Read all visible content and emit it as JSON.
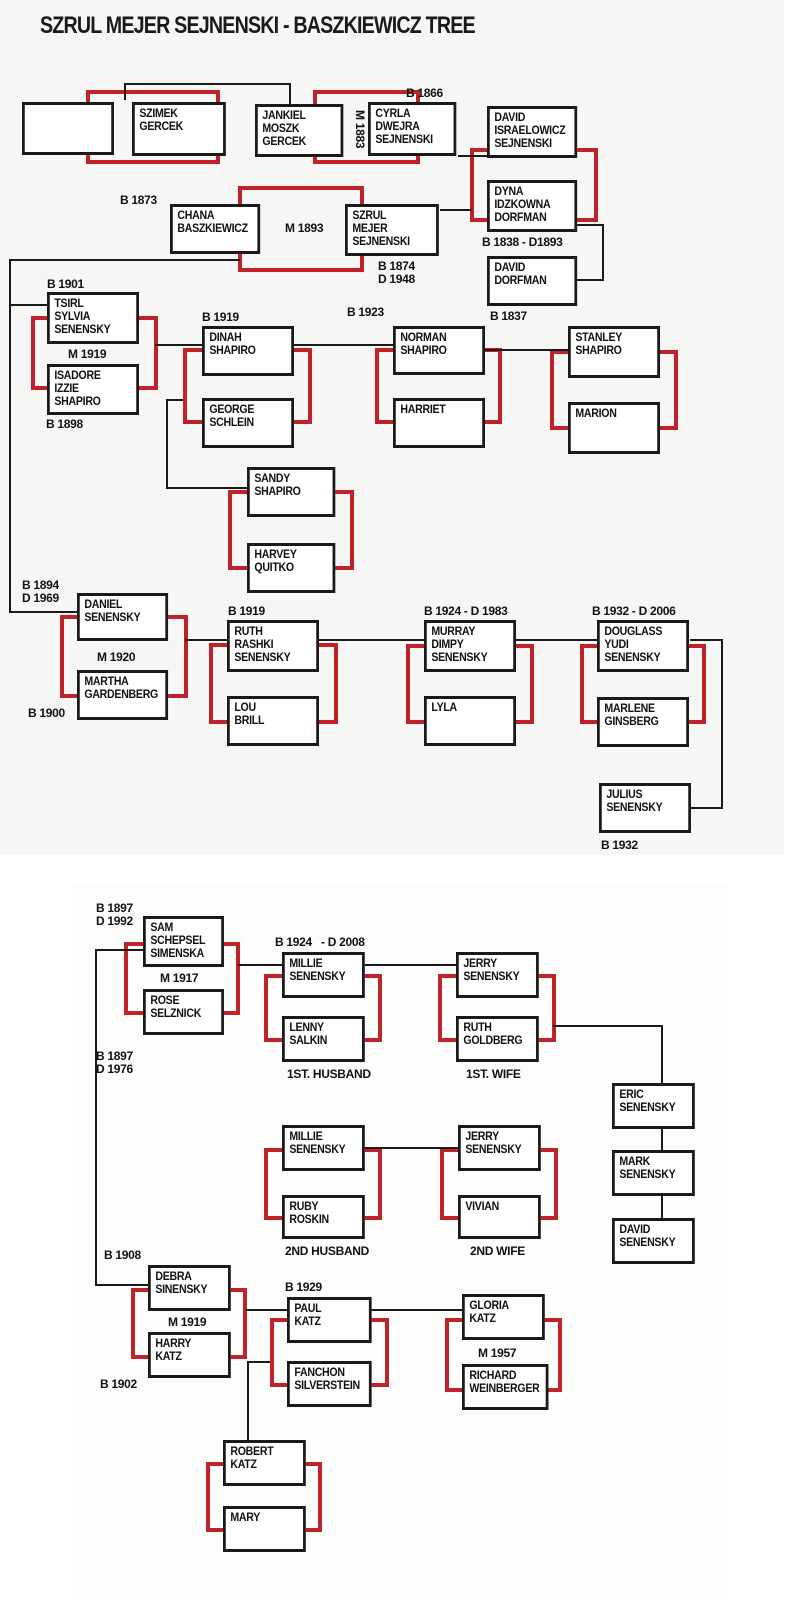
{
  "title": "SZRUL MEJER SEJNENSKI - BASZKIEWICZ TREE",
  "colors": {
    "marriage_bracket": "#c0222a",
    "line": "#1a1a1a"
  },
  "persons": {
    "blank": "",
    "szimek": "SZIMEK\nGERCEK",
    "jankiel": "JANKIEL\nMOSZK\nGERCEK",
    "cyrla": "CYRLA\nDWEJRA\nSEJNENSKI",
    "david_israelowicz": "DAVID\nISRAELOWICZ\nSEJNENSKI",
    "dyna": "DYNA\nIDZKOWNA\nDORFMAN",
    "chana": "CHANA\nBASZKIEWICZ",
    "szrul": "SZRUL\nMEJER\nSEJNENSKI",
    "david_dorfman": "DAVID\nDORFMAN",
    "tsirl": "TSIRL\nSYLVIA\nSENENSKY",
    "isadore": "ISADORE\nIZZIE\nSHAPIRO",
    "dinah": "DINAH\nSHAPIRO",
    "george": "GEORGE\nSCHLEIN",
    "norman": "NORMAN\nSHAPIRO",
    "harriet": "HARRIET",
    "stanley": "STANLEY\nSHAPIRO",
    "marion": "MARION",
    "sandy": "SANDY\nSHAPIRO",
    "harvey": "HARVEY\nQUITKO",
    "daniel": "DANIEL\nSENENSKY",
    "martha": "MARTHA\nGARDENBERG",
    "ruth_rashki": "RUTH\nRASHKI\nSENENSKY",
    "lou": "LOU\nBRILL",
    "murray": "MURRAY\nDIMPY\nSENENSKY",
    "lyla": "LYLA",
    "douglass": "DOUGLASS\nYUDI\nSENENSKY",
    "marlene": "MARLENE\nGINSBERG",
    "julius": "JULIUS\nSENENSKY",
    "sam": "SAM\nSCHEPSEL\nSIMENSKA",
    "rose": "ROSE\nSELZNICK",
    "millie1": "MILLIE\nSENENSKY",
    "lenny": "LENNY\nSALKIN",
    "jerry1": "JERRY\nSENENSKY",
    "ruth_goldberg": "RUTH\nGOLDBERG",
    "eric": "ERIC\nSENENSKY",
    "mark": "MARK\nSENENSKY",
    "david_senensky": "DAVID\nSENENSKY",
    "millie2": "MILLIE\nSENENSKY",
    "ruby": "RUBY\nROSKIN",
    "jerry2": "JERRY\nSENENSKY",
    "vivian": "VIVIAN",
    "debra": "DEBRA\nSINENSKY",
    "harry": "HARRY\nKATZ",
    "paul": "PAUL\nKATZ",
    "fanchon": "FANCHON\nSILVERSTEIN",
    "gloria": "GLORIA\nKATZ",
    "richard": "RICHARD\nWEINBERGER",
    "robert": "ROBERT\nKATZ",
    "mary": "MARY"
  },
  "labels": {
    "b1866": "B 1866",
    "m1883": "M 1883",
    "b1873": "B 1873",
    "m1893": "M 1893",
    "szrul_dates": "B 1874\nD 1948",
    "dyna_dates": "B 1838 - D1893",
    "b1837": "B 1837",
    "b1923": "B 1923",
    "b1901": "B 1901",
    "m1919a": "M 1919",
    "b1898": "B 1898",
    "dinah_b1919": "B 1919",
    "daniel_dates": "B 1894\nD 1969",
    "m1920": "M 1920",
    "b1900": "B 1900",
    "ruth_b1919": "B 1919",
    "murray_dates": "B 1924 - D 1983",
    "douglass_dates": "B 1932 - D 2006",
    "julius_b1932": "B 1932",
    "sam_dates": "B 1897\nD 1992",
    "m1917": "M 1917",
    "rose_dates": "B 1897\nD 1976",
    "millie_dates": "B 1924   - D 2008",
    "first_husband": "1ST. HUSBAND",
    "first_wife": "1ST. WIFE",
    "second_husband": "2ND HUSBAND",
    "second_wife": "2ND WIFE",
    "b1908": "B 1908",
    "m1919b": "M 1919",
    "b1902": "B 1902",
    "b1929": "B 1929",
    "m1957": "M 1957"
  }
}
